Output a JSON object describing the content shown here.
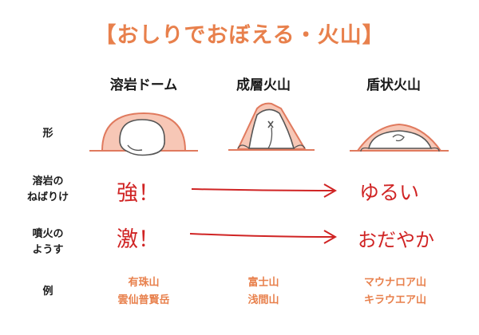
{
  "title": "【おしりでおぼえる・火山】",
  "columns": {
    "lava_dome": "溶岩ドーム",
    "stratovolcano": "成層火山",
    "shield_volcano": "盾状火山"
  },
  "rows": {
    "shape": "形",
    "viscosity_line1": "溶岩の",
    "viscosity_line2": "ねばりけ",
    "eruption_line1": "噴火の",
    "eruption_line2": "ようす",
    "example": "例"
  },
  "viscosity": {
    "strong": "強！",
    "weak": "ゆるい"
  },
  "eruption": {
    "violent": "激！",
    "calm": "おだやか"
  },
  "examples": {
    "lava_dome": [
      "有珠山",
      "雲仙普賢岳"
    ],
    "stratovolcano": [
      "富士山",
      "浅間山"
    ],
    "shield_volcano": [
      "マウナロア山",
      "キラウエア山"
    ]
  },
  "colors": {
    "accent": "#e8804c",
    "red": "#d02424",
    "volcano_fill": "#f7c7b6",
    "volcano_edge": "#e07a5e"
  }
}
